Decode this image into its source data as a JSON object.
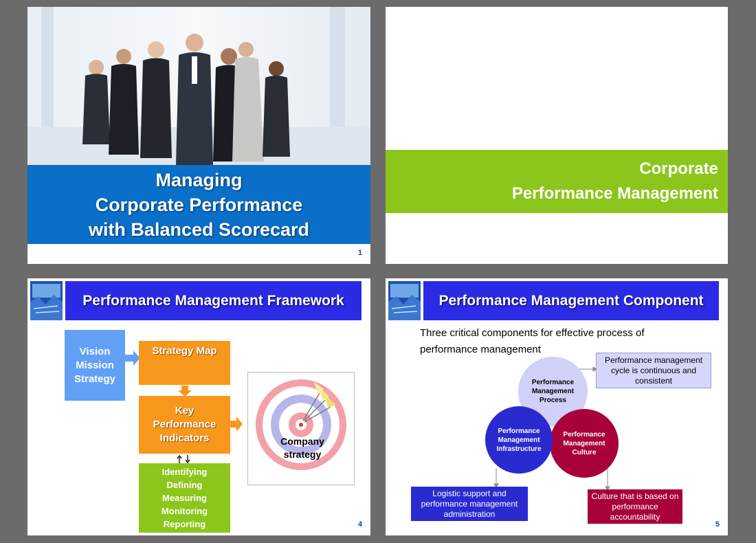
{
  "slide1": {
    "title_lines": [
      "Managing",
      "Corporate Performance",
      "with Balanced Scorecard"
    ],
    "page_number": "1"
  },
  "slide2": {
    "title_lines": [
      "Corporate",
      "Performance Management"
    ]
  },
  "slide3": {
    "header": "Performance Management Framework",
    "vision_lines": [
      "Vision",
      "Mission",
      "Strategy"
    ],
    "strategy_map": "Strategy Map",
    "kpi_lines": [
      "Key",
      "Performance",
      "Indicators"
    ],
    "activities": [
      "Identifying",
      "Defining",
      "Measuring",
      "Monitoring",
      "Reporting"
    ],
    "company_lines": [
      "Company",
      "strategy"
    ],
    "page_number": "4"
  },
  "slide4": {
    "header": "Performance Management Component",
    "intro_lines": [
      "Three critical components for effective process of",
      "performance management"
    ],
    "circle_process": [
      "Performance",
      "Management",
      "Process"
    ],
    "circle_infra": [
      "Performance",
      "Management",
      "Infrastructure"
    ],
    "circle_culture": [
      "Performance",
      "Management",
      "Culture"
    ],
    "note_process": "Performance management cycle is continuous and consistent",
    "note_infra": "Logistic support and performance  management administration",
    "note_culture": "Culture that is based on performance accountability",
    "page_number": "5"
  },
  "colors": {
    "page_bg": "#6b6b6b",
    "blue_banner": "#0a6fc8",
    "green_banner": "#8cc61c",
    "header_blue": "#2b2be6",
    "orange": "#f7981d",
    "light_blue": "#62a0f6",
    "lavender": "#d0d0f8",
    "dark_blue": "#2a2ad0",
    "crimson": "#a8003a"
  },
  "icons": [
    "arrow-right-icon",
    "arrow-down-icon",
    "double-arrow-icon",
    "target-icon",
    "header-thumbnail"
  ]
}
